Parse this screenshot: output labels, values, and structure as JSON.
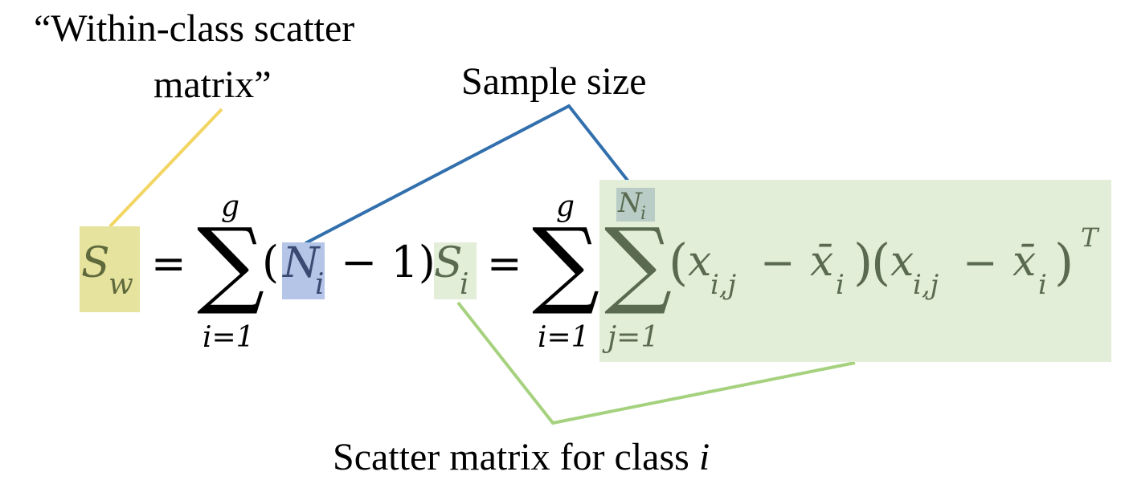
{
  "annotations": {
    "within_class_l1": "“Within-class scatter",
    "within_class_l2": "matrix”",
    "sample_size": "Sample size",
    "scatter_prefix": "Scatter matrix for class ",
    "scatter_var": "i"
  },
  "equation": {
    "S": "S",
    "w": "w",
    "eq1": "=",
    "sum_sym": "∑",
    "g": "g",
    "i_eq_1": "i=1",
    "lparen": "(",
    "N": "N",
    "i": "i",
    "minus_one_rparen": "− 1)",
    "Si_S": "S",
    "Si_i": "i",
    "eq2": "=",
    "Ni_top_N": "N",
    "Ni_top_i": "i",
    "j_eq_1": "j=1",
    "term": "(x",
    "ij": "i,j",
    "minus": "−",
    "xbar": "x̄",
    "rparen": ")",
    "T": "T"
  },
  "colors": {
    "yellow_highlight": "#e6e39e",
    "blue_highlight": "#b4c5e8",
    "green_highlight": "#e2eed8",
    "yellow_line": "#f3d562",
    "blue_line": "#3270ad",
    "green_line": "#a6d27f"
  }
}
